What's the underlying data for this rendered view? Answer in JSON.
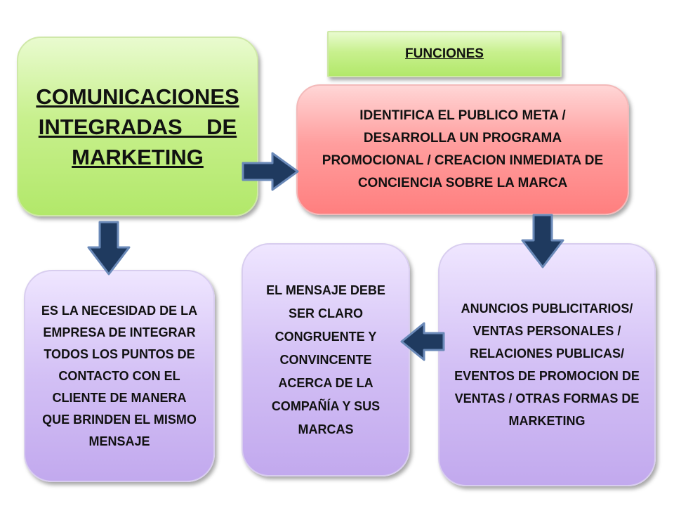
{
  "boxes": {
    "main": [
      "COMUNICACIONES",
      "INTEGRADAS    DE",
      "MARKETING"
    ],
    "funciones": "FUNCIONES",
    "identifica": "IDENTIFICA EL PUBLICO META / DESARROLLA UN PROGRAMA PROMOCIONAL / CREACION INMEDIATA DE CONCIENCIA SOBRE LA MARCA",
    "necesidad": "ES LA NECESIDAD DE LA EMPRESA  DE INTEGRAR TODOS LOS  PUNTOS DE CONTACTO CON EL CLIENTE DE MANERA QUE BRINDEN EL MISMO MENSAJE",
    "mensaje": "EL MENSAJE DEBE SER CLARO CONGRUENTE Y CONVINCENTE ACERCA DE LA COMPAÑÍA Y SUS MARCAS",
    "anuncios": "ANUNCIOS PUBLICITARIOS/ VENTAS PERSONALES / RELACIONES PUBLICAS/ EVENTOS DE PROMOCION DE VENTAS / OTRAS FORMAS DE MARKETING"
  },
  "colors": {
    "green_box": "#c8f08e",
    "red_box": "#ff9e9e",
    "purple_box": "#d3c0f5",
    "arrow_fill": "#1f3a5f"
  }
}
